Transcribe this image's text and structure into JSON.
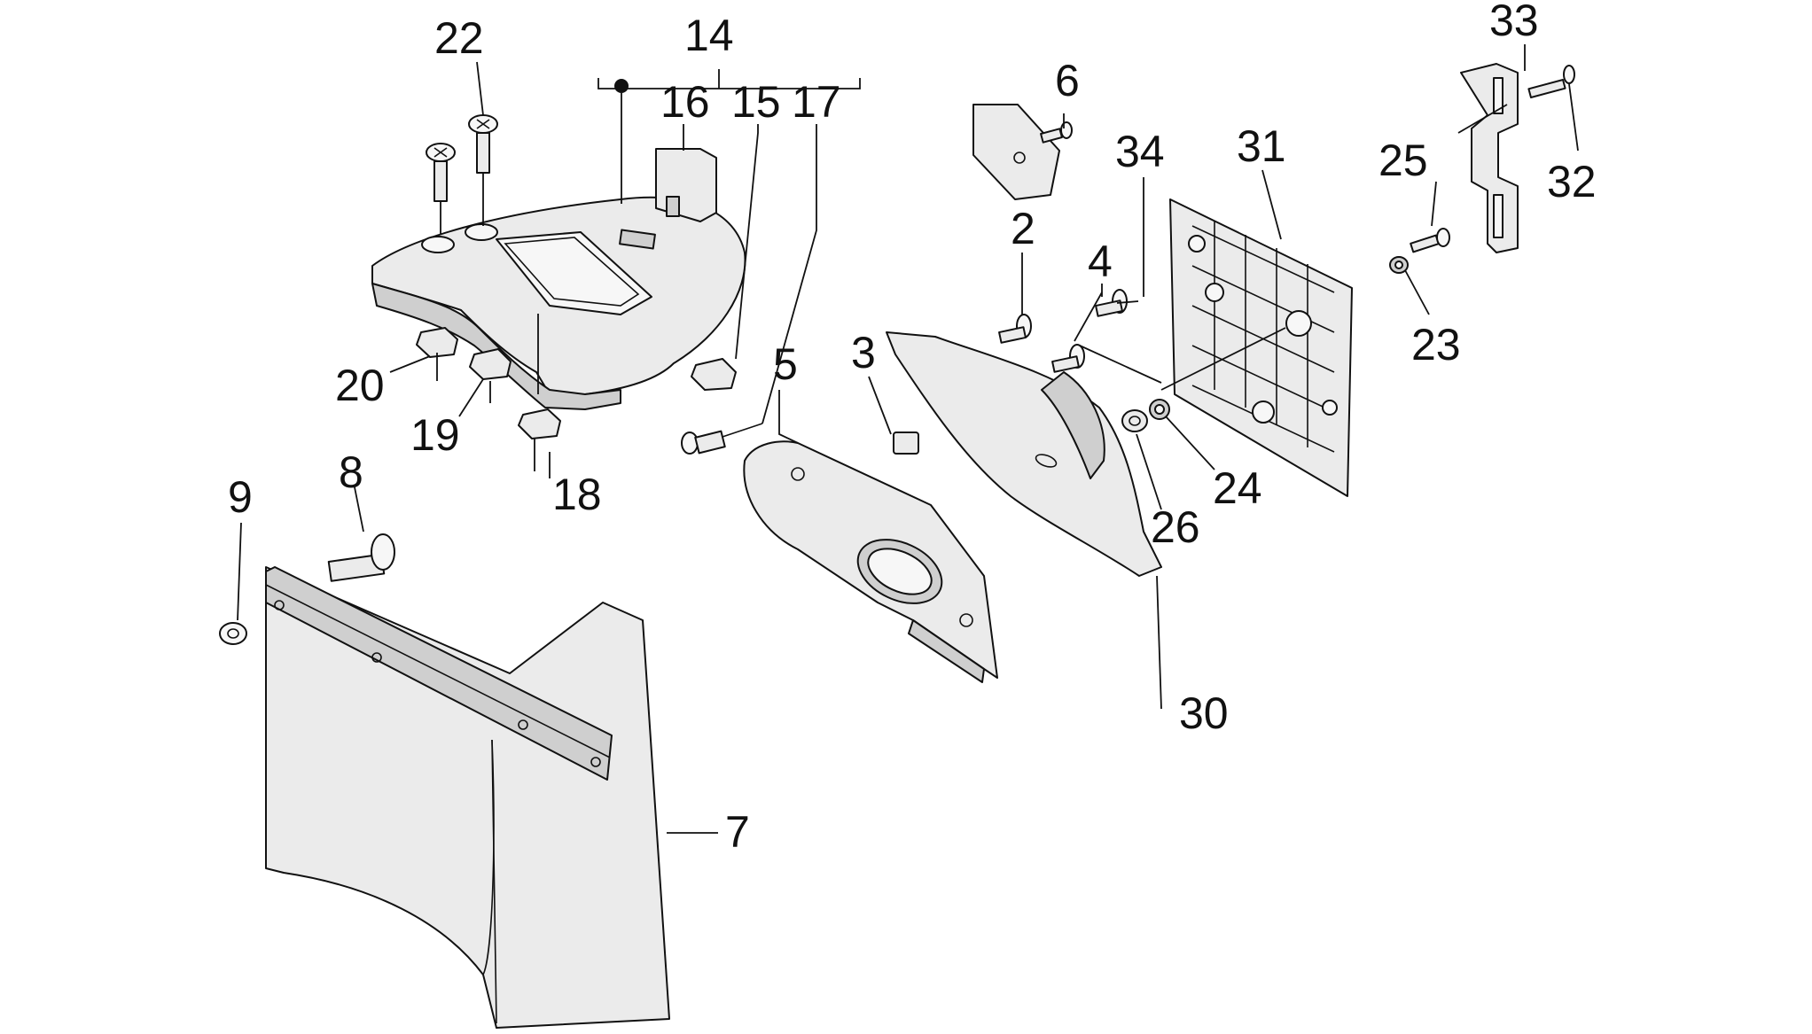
{
  "callouts": {
    "c2": "2",
    "c3": "3",
    "c4": "4",
    "c5": "5",
    "c6": "6",
    "c7": "7",
    "c8": "8",
    "c9": "9",
    "c14": "14",
    "c15": "15",
    "c16": "16",
    "c17": "17",
    "c18": "18",
    "c19": "19",
    "c20": "20",
    "c22": "22",
    "c23": "23",
    "c24": "24",
    "c25": "25",
    "c26": "26",
    "c30": "30",
    "c31": "31",
    "c32": "32",
    "c33": "33",
    "c34": "34"
  },
  "colors": {
    "line": "#111111",
    "part_fill": "#ebebeb",
    "background": "#ffffff"
  }
}
